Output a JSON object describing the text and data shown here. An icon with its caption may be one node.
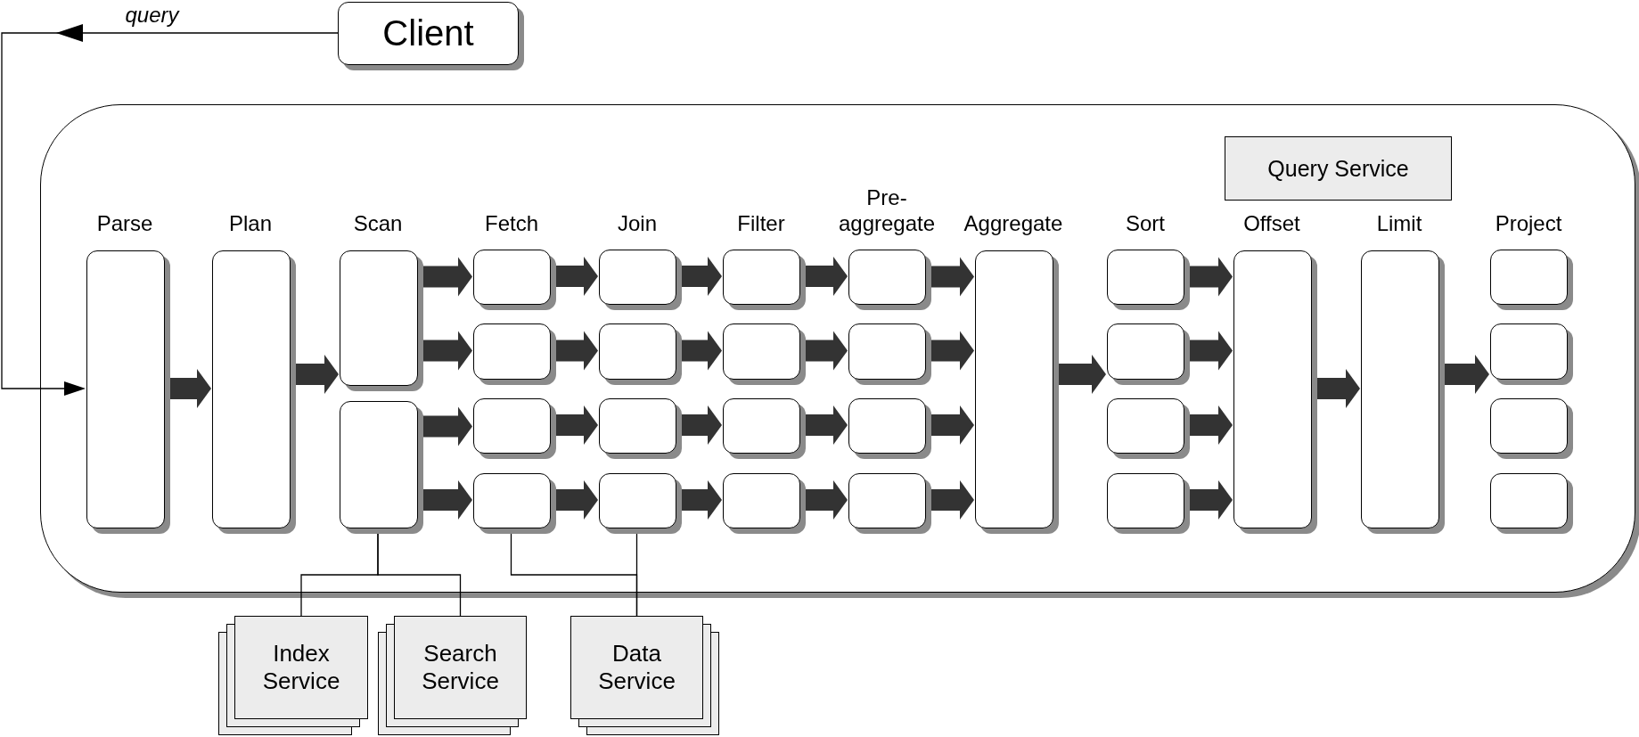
{
  "diagram": {
    "nodes": [
      {
        "text": [
          "Client"
        ]
      },
      {
        "text": [],
        "shape": "box"
      },
      {
        "text": [
          "Query Service"
        ],
        "in": 1
      },
      {
        "text": [],
        "shape": "box",
        "in": 1
      },
      {
        "text": [],
        "shape": "box",
        "in": 1
      },
      {
        "text": [],
        "shape": "box",
        "in": 1
      },
      {
        "text": [],
        "shape": "box",
        "in": 1
      },
      {
        "text": [],
        "shape": "box",
        "in": 1
      },
      {
        "text": [],
        "shape": "box",
        "in": 1
      },
      {
        "text": [],
        "shape": "box",
        "in": 1
      },
      {
        "text": [],
        "shape": "box",
        "in": 1
      },
      {
        "text": [],
        "shape": "box",
        "in": 1
      },
      {
        "text": [],
        "shape": "box",
        "in": 1
      },
      {
        "text": [],
        "shape": "box",
        "in": 1
      },
      {
        "text": [],
        "shape": "box",
        "in": 1
      },
      {
        "text": [],
        "shape": "box",
        "in": 1
      },
      {
        "text": [],
        "shape": "box",
        "in": 1
      },
      {
        "text": [],
        "shape": "box",
        "in": 1
      },
      {
        "text": [],
        "shape": "box",
        "in": 1
      },
      {
        "text": [],
        "shape": "box",
        "in": 1
      },
      {
        "text": [],
        "shape": "box",
        "in": 1
      },
      {
        "text": [],
        "shape": "box",
        "in": 1
      },
      {
        "text": [],
        "shape": "box",
        "in": 1
      },
      {
        "text": [],
        "shape": "box",
        "in": 1
      },
      {
        "text": [],
        "shape": "box",
        "in": 1
      },
      {
        "text": [],
        "shape": "box",
        "in": 1
      },
      {
        "text": [],
        "shape": "box",
        "in": 1
      },
      {
        "text": [],
        "shape": "box",
        "in": 1
      },
      {
        "text": [],
        "shape": "box",
        "in": 1
      },
      {
        "text": [],
        "shape": "box",
        "in": 1
      },
      {
        "text": [],
        "shape": "box",
        "in": 1
      },
      {
        "text": [],
        "shape": "box",
        "in": 1
      },
      {
        "text": [],
        "shape": "box",
        "in": 1
      },
      {
        "text": [],
        "shape": "box",
        "in": 1
      },
      {
        "text": [
          "Index Service"
        ]
      },
      {
        "text": [
          "Search Service"
        ]
      },
      {
        "text": [
          "Data Service"
        ]
      }
    ],
    "edges": [
      {
        "from": 0,
        "to": 3,
        "arrow": "to",
        "label": "query",
        "color": "#000000"
      },
      {
        "from": 3,
        "to": 4,
        "arrow": "to"
      },
      {
        "from": 4,
        "to": 5,
        "arrow": "to"
      },
      {
        "from": 5,
        "to": 7,
        "arrow": "to"
      },
      {
        "from": 5,
        "to": 8,
        "arrow": "to"
      },
      {
        "from": 6,
        "to": 9,
        "arrow": "to"
      },
      {
        "from": 6,
        "to": 10,
        "arrow": "to"
      },
      {
        "from": 7,
        "to": 11,
        "arrow": "to"
      },
      {
        "from": 8,
        "to": 12,
        "arrow": "to"
      },
      {
        "from": 9,
        "to": 13,
        "arrow": "to"
      },
      {
        "from": 10,
        "to": 14,
        "arrow": "to"
      },
      {
        "from": 11,
        "to": 15,
        "arrow": "to"
      },
      {
        "from": 12,
        "to": 16,
        "arrow": "to"
      },
      {
        "from": 13,
        "to": 17,
        "arrow": "to"
      },
      {
        "from": 14,
        "to": 18,
        "arrow": "to"
      },
      {
        "from": 15,
        "to": 19,
        "arrow": "to"
      },
      {
        "from": 16,
        "to": 20,
        "arrow": "to"
      },
      {
        "from": 17,
        "to": 21,
        "arrow": "to"
      },
      {
        "from": 18,
        "to": 22,
        "arrow": "to"
      },
      {
        "from": 19,
        "to": 23,
        "arrow": "to"
      },
      {
        "from": 20,
        "to": 23,
        "arrow": "to"
      },
      {
        "from": 21,
        "to": 23,
        "arrow": "to"
      },
      {
        "from": 22,
        "to": 23,
        "arrow": "to"
      },
      {
        "from": 23,
        "to": 25,
        "arrow": "to"
      },
      {
        "from": 24,
        "to": 28,
        "arrow": "to"
      },
      {
        "from": 25,
        "to": 28,
        "arrow": "to"
      },
      {
        "from": 26,
        "to": 28,
        "arrow": "to"
      },
      {
        "from": 27,
        "to": 28,
        "arrow": "to"
      },
      {
        "from": 28,
        "to": 29,
        "arrow": "to"
      },
      {
        "from": 29,
        "to": 31,
        "arrow": "to"
      },
      {
        "from": 6,
        "to": 34,
        "arrow": "none",
        "color": "#000000"
      },
      {
        "from": 6,
        "to": 35,
        "arrow": "none",
        "color": "#000000"
      },
      {
        "from": 10,
        "to": 36,
        "arrow": "none",
        "color": "#000000"
      },
      {
        "from": 14,
        "to": 36,
        "arrow": "none",
        "color": "#000000"
      }
    ],
    "labels": [
      "Parse",
      "Plan",
      "Scan",
      "Fetch",
      "Join",
      "Filter",
      "Pre-aggregate",
      "Aggregate",
      "Sort",
      "Offset",
      "Limit",
      "Project"
    ]
  }
}
